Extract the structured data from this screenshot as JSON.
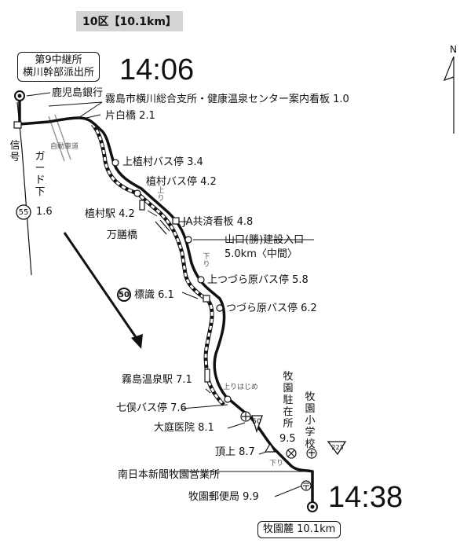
{
  "header": {
    "title": "10区【10.1km】"
  },
  "start": {
    "box_line1": "第9中継所",
    "box_line2": "横川幹部派出所",
    "time": "14:06"
  },
  "finish": {
    "box": "牧園麓 10.1km",
    "time": "14:38"
  },
  "compass": {
    "label": "N"
  },
  "route_number_55": "55",
  "route_number_50": "50",
  "route_number_223": "223",
  "landmarks": {
    "kagoshima_bank": "鹿児島銀行",
    "signal": "信号",
    "guard_under": "ガード下",
    "guard_km": "1.6",
    "jidoushado": "自動車道",
    "kirishima_sign": "霧島市横川総合支所・健康温泉センター案内看板 1.0",
    "katashiro_bridge": "片白橋 2.1",
    "kamiuemura_bus": "上植村バス停 3.4",
    "uemura_bus": "植村バス停 4.2",
    "uemura_station": "植村駅 4.2",
    "manzen_bridge": "万膳橋",
    "ja_sign": "JA共済看板 4.8",
    "yamaguchi_entrance": "山口(勝)建設入口",
    "midpoint": "5.0km〈中間〉",
    "kamitsuzurahara_bus": "上つづら原バス停 5.8",
    "sign_label": "標識 6.1",
    "tsuzurahara_bus": "つづら原バス停 6.2",
    "kirishima_onsen_station": "霧島温泉駅 7.1",
    "shichimata_bus": "七俣バス停 7.6",
    "oniwa_clinic": "大庭医院 8.1",
    "police_box": "牧園駐在所",
    "police_km": "9.5",
    "school": "牧園小学校",
    "summit": "頂上 8.7",
    "newspaper_office": "南日本新聞牧園営業所",
    "post_office": "牧園郵便局 9.9"
  },
  "direction_labels": {
    "up": "上り",
    "down": "下り",
    "uphill_start": "上りはじめ",
    "down2": "下り"
  }
}
